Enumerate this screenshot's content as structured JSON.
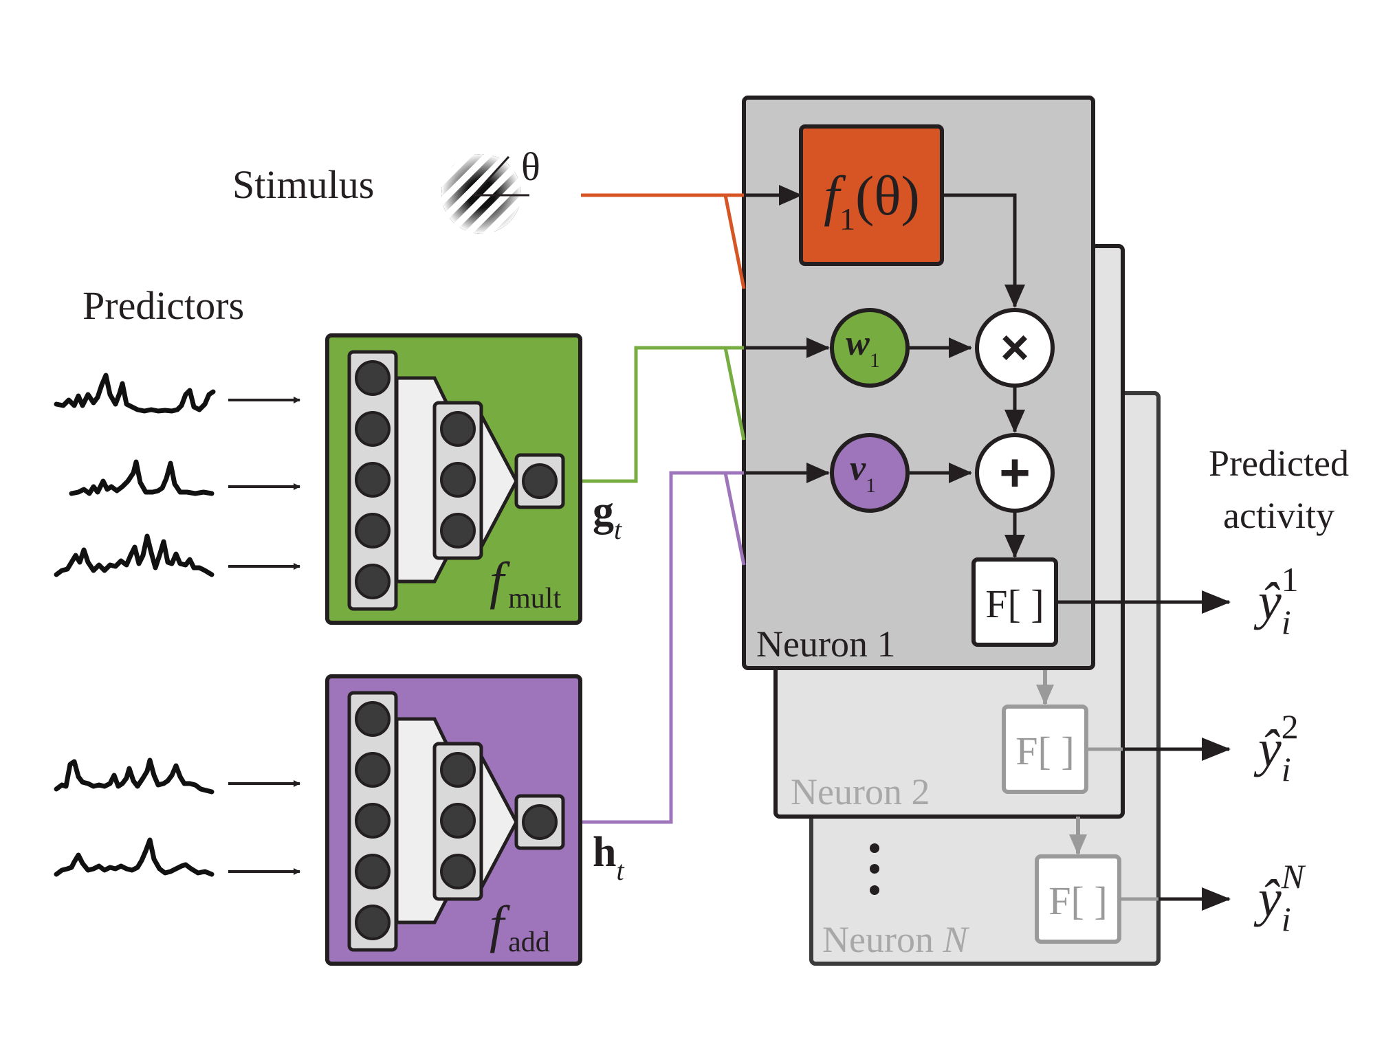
{
  "labels": {
    "stimulus": "Stimulus",
    "theta": "θ",
    "predictors": "Predictors",
    "predicted_line1": "Predicted",
    "predicted_line2": "activity"
  },
  "green_net": {
    "func": "f",
    "subscript": "mult",
    "output_var": "g",
    "output_sub": "t"
  },
  "purple_net": {
    "func": "f",
    "subscript": "add",
    "output_var": "h",
    "output_sub": "t"
  },
  "neuron1": {
    "title": "Neuron 1",
    "tuning_f": "f",
    "tuning_sub": "1",
    "tuning_arg": "(θ)",
    "w_var": "w",
    "w_sub": "1",
    "v_var": "v",
    "v_sub": "1",
    "mult_symbol": "×",
    "add_symbol": "+",
    "nonlinearity": "F[ ]"
  },
  "neuron2": {
    "title": "Neuron 2",
    "nonlinearity": "F[ ]"
  },
  "neuronN": {
    "title_prefix": "Neuron ",
    "title_var": "N",
    "nonlinearity": "F[ ]",
    "dots": "⋮"
  },
  "outputs": [
    {
      "var": "ŷ",
      "sub": "i",
      "sup": "1"
    },
    {
      "var": "ŷ",
      "sub": "i",
      "sup": "2"
    },
    {
      "var": "ŷ",
      "sub": "i",
      "sup": "N"
    }
  ],
  "colors": {
    "green": "#77AC40",
    "purple": "#9E74BA",
    "orange": "#D75425",
    "panel_dark": "#C6C6C6",
    "panel_light": "#E3E3E3",
    "stroke": "#231F20",
    "faded": "#9A9A9A"
  }
}
